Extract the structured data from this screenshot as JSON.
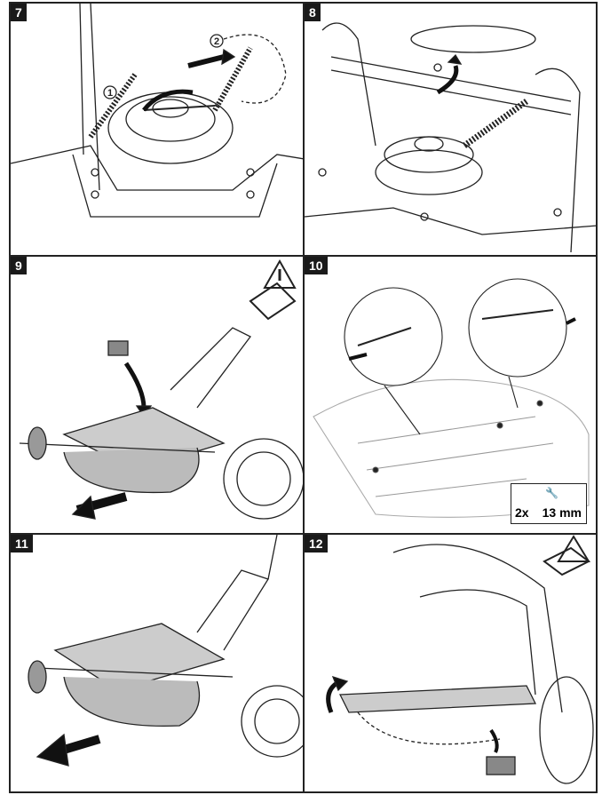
{
  "panels": [
    {
      "number": "7",
      "callouts": [
        "1",
        "2"
      ]
    },
    {
      "number": "8"
    },
    {
      "number": "9"
    },
    {
      "number": "10",
      "spec": {
        "quantity": "2x",
        "size": "13 mm"
      }
    },
    {
      "number": "11"
    },
    {
      "number": "12"
    }
  ]
}
